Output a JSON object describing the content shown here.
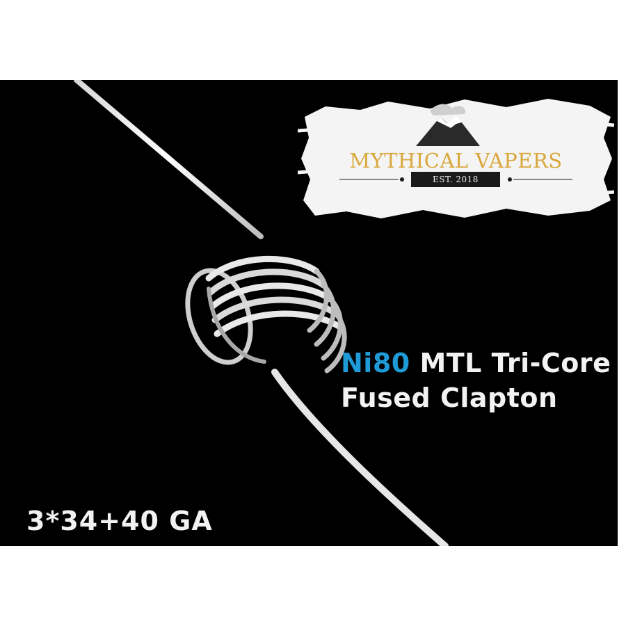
{
  "headline": {
    "accent": "Ni80",
    "line1_rest": " MTL Tri-Core",
    "line2": "Fused Clapton"
  },
  "gauge": "3*34+40 GA",
  "logo": {
    "name": "MYTHICAL VAPERS",
    "established": "EST. 2018"
  },
  "colors": {
    "background": "#000000",
    "accent_text": "#1e9ad6",
    "text": "#f2f2f2",
    "logo_gold": "#d9a73c"
  }
}
